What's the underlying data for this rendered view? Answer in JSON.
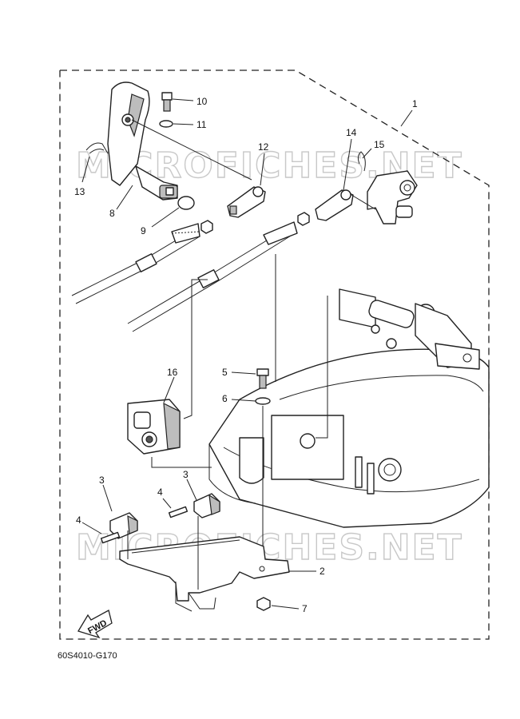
{
  "diagram": {
    "figure_code": "60S4010-G170",
    "watermark": "MICROFICHES.NET",
    "fwd_label": "FWD",
    "callouts": {
      "c1": "1",
      "c2": "2",
      "c3a": "3",
      "c3b": "3",
      "c4a": "4",
      "c4b": "4",
      "c5": "5",
      "c6": "6",
      "c7": "7",
      "c8": "8",
      "c9": "9",
      "c10": "10",
      "c11": "11",
      "c12": "12",
      "c13": "13",
      "c14": "14",
      "c15": "15",
      "c16": "16"
    }
  }
}
